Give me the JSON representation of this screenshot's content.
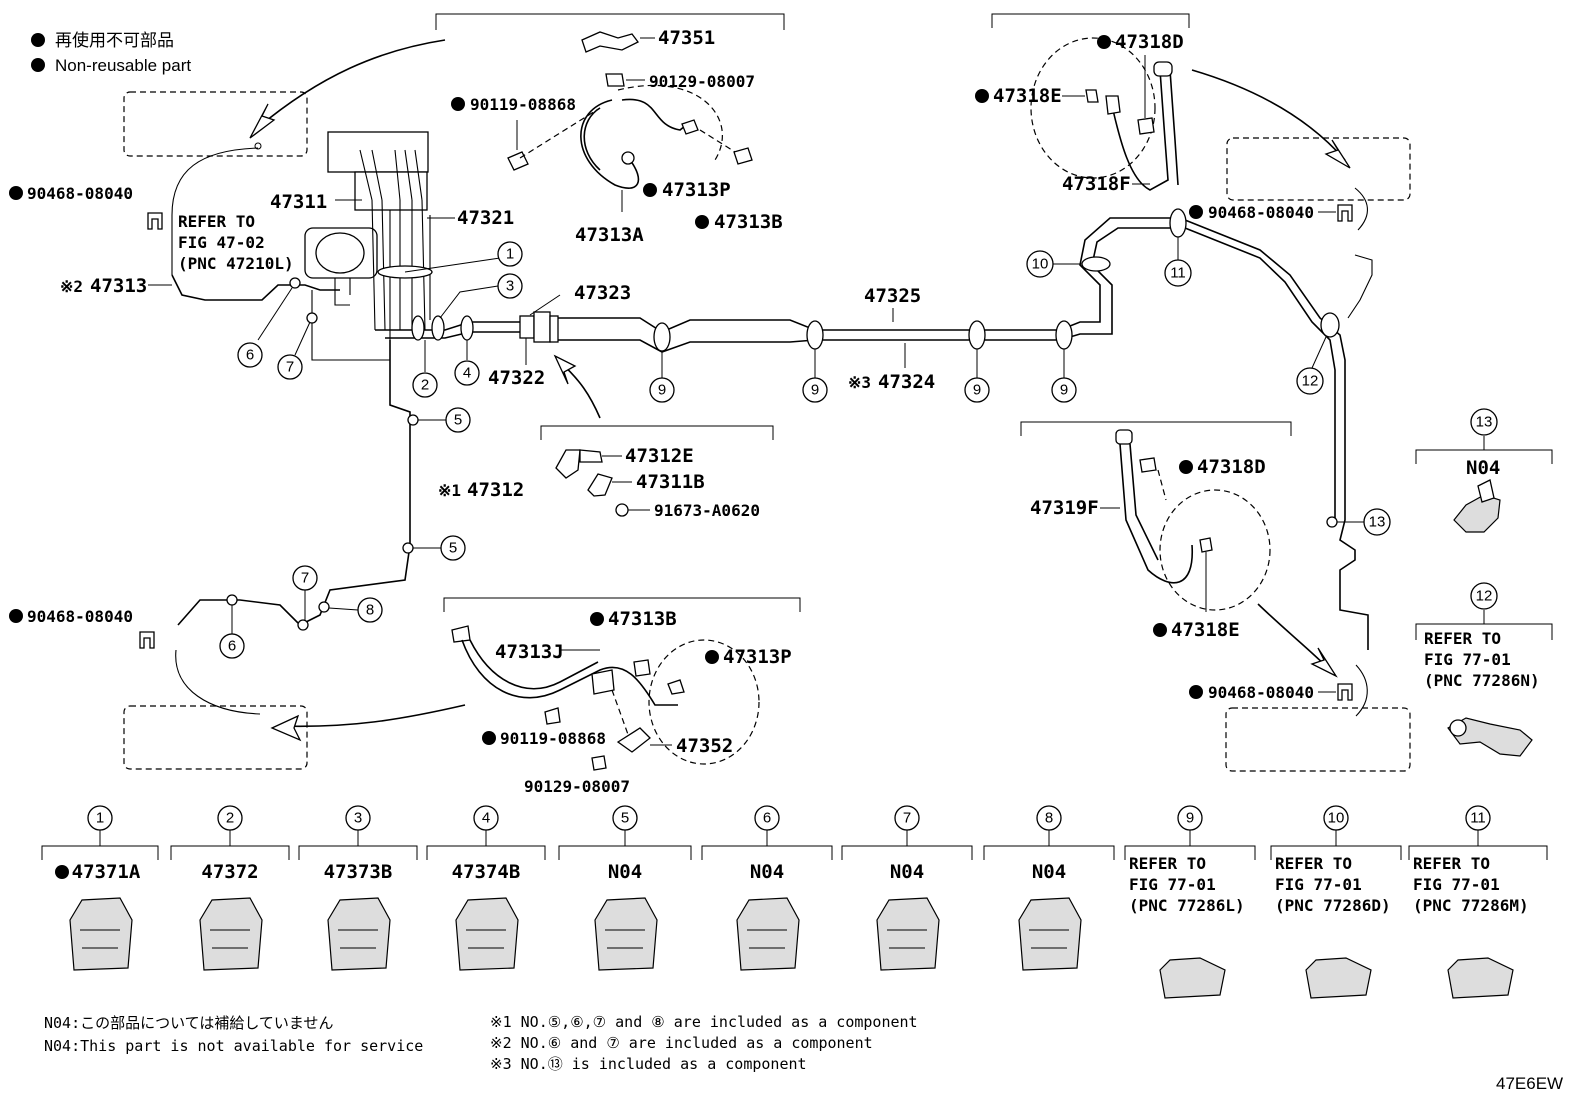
{
  "legend": {
    "line_jp": "再使用不可部品",
    "line_en": "Non-reusable part"
  },
  "labels": {
    "p47351": "47351",
    "p90129_top": "90129-08007",
    "p90119_top": "90119-08868",
    "p47313P_top": "47313P",
    "p47313B_top": "47313B",
    "p47313A": "47313A",
    "p47318D_top": "47318D",
    "p47318E_top": "47318E",
    "p47318F": "47318F",
    "p90468_tl": "90468-08040",
    "p90468_tr": "90468-08040",
    "p90468_bl": "90468-08040",
    "p90468_br": "90468-08040",
    "p47311": "47311",
    "p47321": "47321",
    "p47313": "47313",
    "p47313_mark": "※2",
    "p47323": "47323",
    "p47325": "47325",
    "p47322": "47322",
    "p47324": "47324",
    "p47324_mark": "※3",
    "p47312": "47312",
    "p47312_mark": "※1",
    "p47312E": "47312E",
    "p47311B": "47311B",
    "p91673": "91673-A0620",
    "p47319F": "47319F",
    "p47318D_mid": "47318D",
    "p47318E_mid": "47318E",
    "p47313B_bot": "47313B",
    "p47313P_bot": "47313P",
    "p47313J": "47313J",
    "p90119_bot": "90119-08868",
    "p47352": "47352",
    "p90129_bot": "90129-08007",
    "refer_left_1": "REFER TO",
    "refer_left_2": "FIG 47-02",
    "refer_left_3": "(PNC 47210L)",
    "refer_12_1": "REFER TO",
    "refer_12_2": "FIG 77-01",
    "refer_12_3": "(PNC 77286N)",
    "n04_13": "N04",
    "diagram_code": "47E6EW"
  },
  "callouts": {
    "c1": "1",
    "c2": "2",
    "c3": "3",
    "c4": "4",
    "c5": "5",
    "c6": "6",
    "c7": "7",
    "c8": "8",
    "c9": "9",
    "c10": "10",
    "c11": "11",
    "c12": "12",
    "c13": "13"
  },
  "clip_table": [
    {
      "num": "1",
      "line1": "47371A",
      "line2": "",
      "line3": "",
      "nonreusable": true
    },
    {
      "num": "2",
      "line1": "47372",
      "line2": "",
      "line3": "",
      "nonreusable": false
    },
    {
      "num": "3",
      "line1": "47373B",
      "line2": "",
      "line3": "",
      "nonreusable": false
    },
    {
      "num": "4",
      "line1": "47374B",
      "line2": "",
      "line3": "",
      "nonreusable": false
    },
    {
      "num": "5",
      "line1": "N04",
      "line2": "",
      "line3": "",
      "nonreusable": false
    },
    {
      "num": "6",
      "line1": "N04",
      "line2": "",
      "line3": "",
      "nonreusable": false
    },
    {
      "num": "7",
      "line1": "N04",
      "line2": "",
      "line3": "",
      "nonreusable": false
    },
    {
      "num": "8",
      "line1": "N04",
      "line2": "",
      "line3": "",
      "nonreusable": false
    },
    {
      "num": "9",
      "line1": "REFER TO",
      "line2": "FIG 77-01",
      "line3": "(PNC 77286L)",
      "nonreusable": false
    },
    {
      "num": "10",
      "line1": "REFER TO",
      "line2": "FIG 77-01",
      "line3": "(PNC 77286D)",
      "nonreusable": false
    },
    {
      "num": "11",
      "line1": "REFER TO",
      "line2": "FIG 77-01",
      "line3": "(PNC 77286M)",
      "nonreusable": false
    }
  ],
  "footnotes": {
    "n04_jp": "N04:この部品については補給していません",
    "n04_en": "N04:This part is not available for service",
    "note1": "※1 NO.⑤,⑥,⑦ and ⑧ are included as a component",
    "note2": "※2 NO.⑥ and ⑦ are included as a component",
    "note3": "※3 NO.⑬ is included as a component"
  }
}
